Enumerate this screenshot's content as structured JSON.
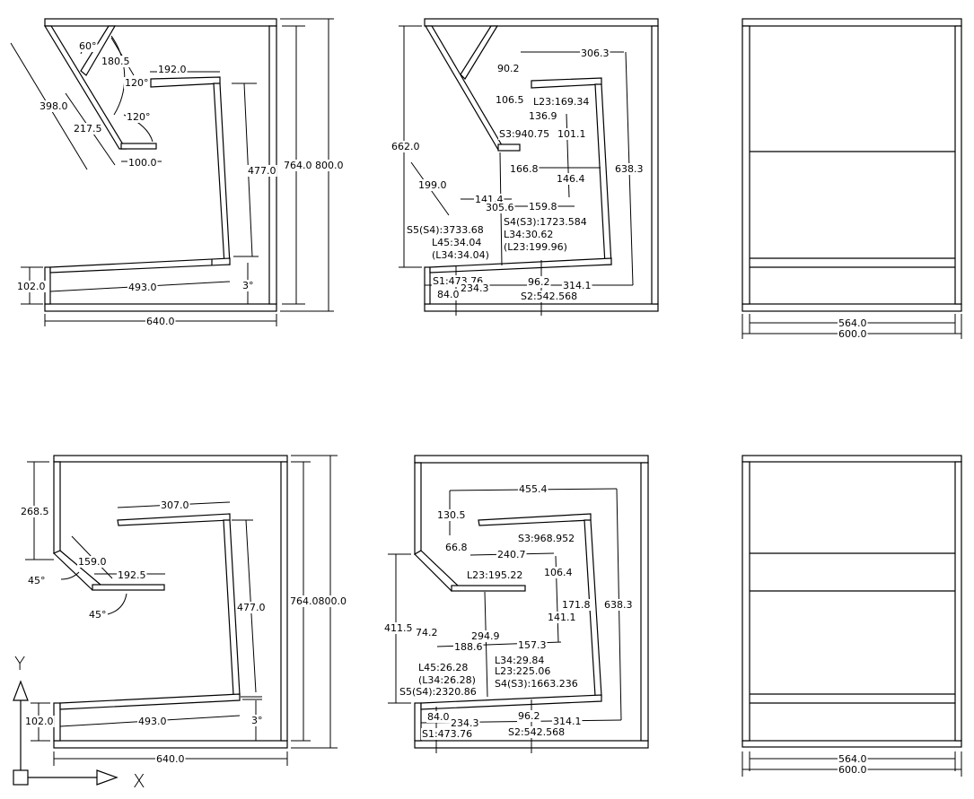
{
  "title": "Cabinet profile drawings (CAD plan views)",
  "colors": {
    "ink": "#000000",
    "paper": "#ffffff"
  },
  "views": {
    "top_left": {
      "dims": {
        "angle_top": "60°",
        "d180": "180.5",
        "angle_120a": "120°",
        "d192": "192.0",
        "d398": "398.0",
        "d217": "217.5",
        "angle_120b": "120°",
        "d100": "100.0",
        "d477": "477.0",
        "d764": "764.0",
        "d800": "800.0",
        "d102": "102.0",
        "d493": "493.0",
        "angle_3": "3°",
        "d640": "640.0"
      }
    },
    "top_mid": {
      "dims": {
        "d306": "306.3",
        "d90": "90.2",
        "d106": "106.5",
        "l23": "L23:169.34",
        "d136": "136.9",
        "s3": "S3:940.75",
        "d101": "101.1",
        "d662": "662.0",
        "d166": "166.8",
        "d146": "146.4",
        "d638": "638.3",
        "d199": "199.0",
        "d141": "141.4",
        "d305": "305.6",
        "d159": "159.8",
        "s5": "S5(S4):3733.68",
        "l45": "L45:34.04",
        "l34p": "(L34:34.04)",
        "s4": "S4(S3):1723.584",
        "l34": "L34:30.62",
        "l23p": "(L23:199.96)",
        "s1": "S1:473.76",
        "d84": "84.0",
        "d234": "234.3",
        "d96": "96.2",
        "d314": "314.1",
        "s2": "S2:542.568"
      }
    },
    "top_right": {
      "dims": {
        "inner": "564.0",
        "outer": "600.0"
      }
    },
    "bottom_left": {
      "dims": {
        "d268": "268.5",
        "d307": "307.0",
        "d159": "159.0",
        "d192": "192.5",
        "angle_45a": "45°",
        "angle_45b": "45°",
        "d477": "477.0",
        "d764800": "764.0800.0",
        "d102": "102.0",
        "d493": "493.0",
        "angle_3": "3°",
        "d640": "640.0"
      },
      "ucs": {
        "y_label": "Y",
        "x_label": "X"
      }
    },
    "bottom_mid": {
      "dims": {
        "d455": "455.4",
        "d130": "130.5",
        "s3": "S3:968.952",
        "d66": "66.8",
        "d240": "240.7",
        "d106": "106.4",
        "l23": "L23:195.22",
        "d171": "171.8",
        "d638": "638.3",
        "d141": "141.1",
        "d411": "411.5",
        "d74": "74.2",
        "d294": "294.9",
        "d188": "188.6",
        "d157": "157.3",
        "l34": "L34:29.84",
        "l23b": "L23:225.06",
        "s4": "S4(S3):1663.236",
        "l45": "L45:26.28",
        "l34p": "(L34:26.28)",
        "s5": "S5(S4):2320.86",
        "d84": "84.0",
        "d234": "234.3",
        "d96": "96.2",
        "d314": "314.1",
        "s1": "S1:473.76",
        "s2": "S2:542.568"
      }
    },
    "bottom_right": {
      "dims": {
        "inner": "564.0",
        "outer": "600.0"
      }
    }
  }
}
